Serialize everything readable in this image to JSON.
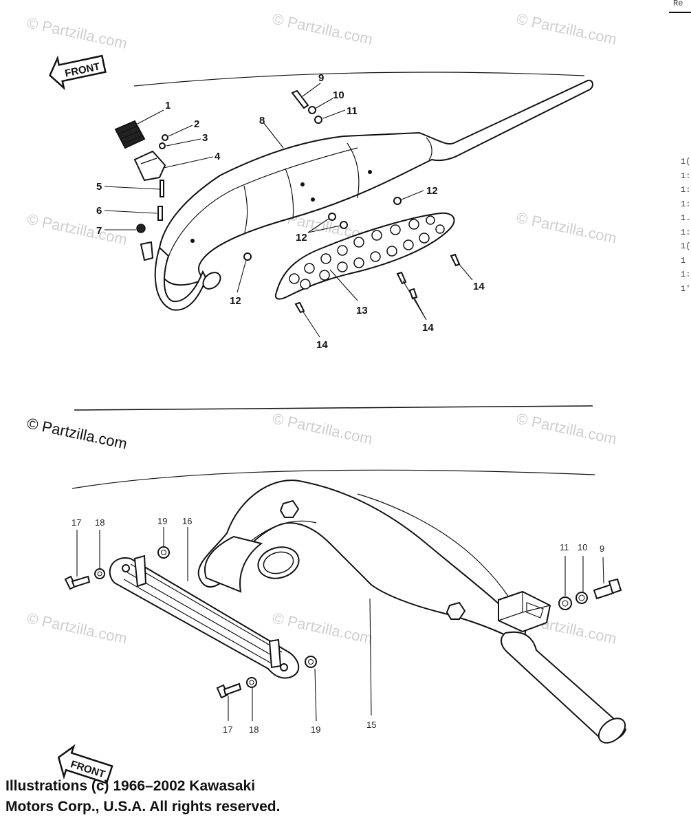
{
  "watermark": {
    "text": "© Partzilla.com",
    "color": "#cfcfcf"
  },
  "arrow_top": {
    "text": "FRONT"
  },
  "arrow_bottom": {
    "text": "FRONT"
  },
  "top_callouts": {
    "c1": "1",
    "c2": "2",
    "c3": "3",
    "c4": "4",
    "c5": "5",
    "c6": "6",
    "c7": "7",
    "c8": "8",
    "c9": "9",
    "c10": "10",
    "c11": "11",
    "c12a": "12",
    "c12b": "12",
    "c12c": "12",
    "c13": "13",
    "c14a": "14",
    "c14b": "14",
    "c14c": "14"
  },
  "bottom_callouts": {
    "c17a": "17",
    "c18a": "18",
    "c19a": "19",
    "c16": "16",
    "c11": "11",
    "c10": "10",
    "c9": "9",
    "c17b": "17",
    "c18b": "18",
    "c19b": "19",
    "c15": "15"
  },
  "side_column": {
    "header": "Re",
    "rows": [
      "1(",
      "1:",
      "1:",
      "1:",
      "1.",
      "1:",
      "1(",
      "1",
      "1:",
      "1'"
    ]
  },
  "copyright": {
    "line1": "Illustrations (c) 1966–2002 Kawasaki",
    "line2": "Motors Corp., U.S.A.  All rights reserved."
  }
}
